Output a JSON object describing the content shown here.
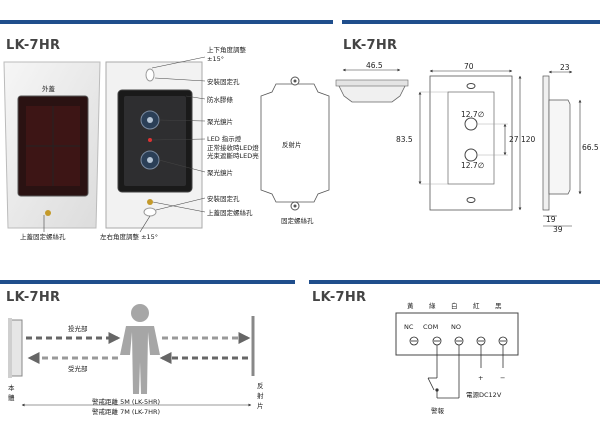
{
  "panels": {
    "product": {
      "title": "LK-7HR"
    },
    "dimensions": {
      "title": "LK-7HR"
    },
    "detection": {
      "title": "LK-7HR"
    },
    "wiring": {
      "title": "LK-7HR"
    }
  },
  "product_labels": {
    "cover": "外蓋",
    "top_screw_hole": "上蓋固定螺絲孔",
    "lr_angle": "左右角度調整 ±15°",
    "ud_angle_1": "上下角度調整",
    "ud_angle_2": "±15°",
    "mount_hole_top": "安裝固定孔",
    "waterproof": "防水膠條",
    "lens_top": "聚光鏡片",
    "led_1": "LED 指示燈",
    "led_2": "正常接收時LED燈",
    "led_3": "光束遮斷時LED亮",
    "lens_bottom": "聚光鏡片",
    "mount_hole_bottom": "安裝固定孔",
    "top_screw_hole_right": "上蓋固定螺絲孔",
    "reflector": "反射片",
    "reflector_screw": "固定螺絲孔"
  },
  "dimensions": {
    "top_width": "46.5",
    "face_width": "70",
    "side_width": "23",
    "height_inner": "83.5",
    "lens_gap": "27",
    "height_total": "120",
    "height_side": "66.5",
    "lens_dia_1": "12.7∅",
    "lens_dia_2": "12.7∅",
    "bottom_1": "19",
    "bottom_2": "39"
  },
  "detection": {
    "emit_beam": "投光部",
    "receive_beam": "受光部",
    "body_1": "本",
    "body_2": "體",
    "reflector_1": "反",
    "reflector_2": "射",
    "reflector_3": "片",
    "range_1": "警戒距離 5M (LK-5HR)",
    "range_2": "警戒距離 7M (LK-7HR)"
  },
  "wiring": {
    "wire_colors": [
      "黃",
      "綠",
      "白",
      "紅",
      "黑"
    ],
    "terminals": [
      "NC",
      "COM",
      "NO"
    ],
    "plus": "+",
    "minus": "−",
    "alarm": "警報",
    "power": "電源DC12V"
  },
  "colors": {
    "header_bar": "#1f4e8c",
    "lens": "#2a1212",
    "body": "#f2f2f2"
  }
}
